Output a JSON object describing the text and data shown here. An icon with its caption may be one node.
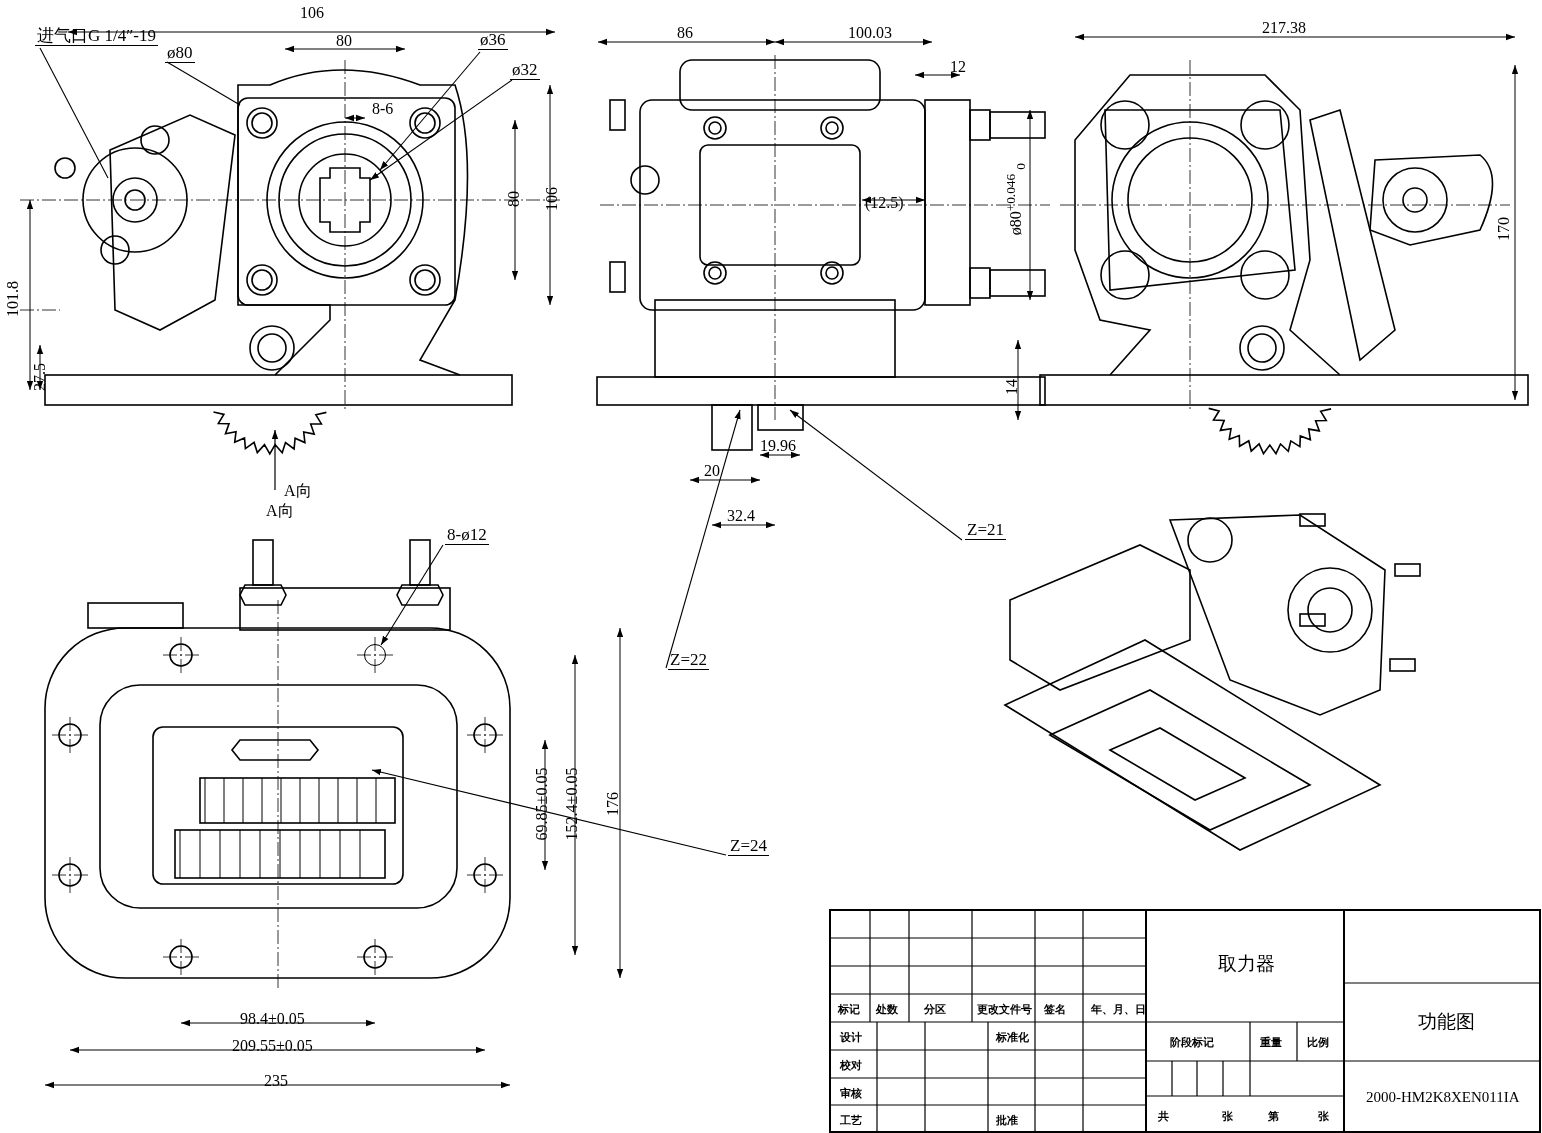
{
  "diagram": {
    "nodes": [
      {
        "text": [
          "进气口G 1/4″-19"
        ]
      },
      {
        "text": [
          "ø80"
        ]
      },
      {
        "text": [
          "ø36"
        ]
      },
      {
        "text": [
          "ø32"
        ]
      },
      {
        "text": [
          "Z=21"
        ]
      },
      {
        "text": [
          "Z=22"
        ]
      },
      {
        "text": [
          "Z=24"
        ]
      },
      {
        "text": [
          "8-ø12"
        ]
      },
      {
        "text": [],
        "shape": "circle"
      }
    ],
    "edges": [
      {
        "from": 0,
        "to": null,
        "arrow": "none"
      },
      {
        "from": 1,
        "to": null,
        "arrow": "none"
      },
      {
        "from": 2,
        "to": null,
        "arrow": "to"
      },
      {
        "from": 3,
        "to": null,
        "arrow": "to"
      },
      {
        "from": 4,
        "to": null,
        "arrow": "to"
      },
      {
        "from": 5,
        "to": null,
        "arrow": "to"
      },
      {
        "from": 6,
        "to": null,
        "arrow": "to"
      },
      {
        "from": 7,
        "to": 8,
        "arrow": "to"
      }
    ],
    "labels": [
      "106",
      "80",
      "8-6",
      "80",
      "106",
      "101.8",
      "27.5",
      "86",
      "100.03",
      "12",
      "(12.5)",
      "ø80$^{+0.046}$ $_{0}$",
      "14",
      "19.96",
      "20",
      "32.4",
      "217.38",
      "170",
      "A向",
      "A向",
      "69.85±0.05",
      "152.4±0.05",
      "176",
      "98.4±0.05",
      "209.55±0.05",
      "235",
      "标记",
      "处数",
      "分区",
      "更改文件号",
      "签名",
      "年、月、日",
      "设计",
      "标准化",
      "校对",
      "审核",
      "工艺",
      "批准",
      "取力器",
      "阶段标记",
      "重量",
      "比例",
      "功能图",
      "共",
      "张",
      "第",
      "张",
      "2000-HM2K8XEN011IA"
    ]
  }
}
